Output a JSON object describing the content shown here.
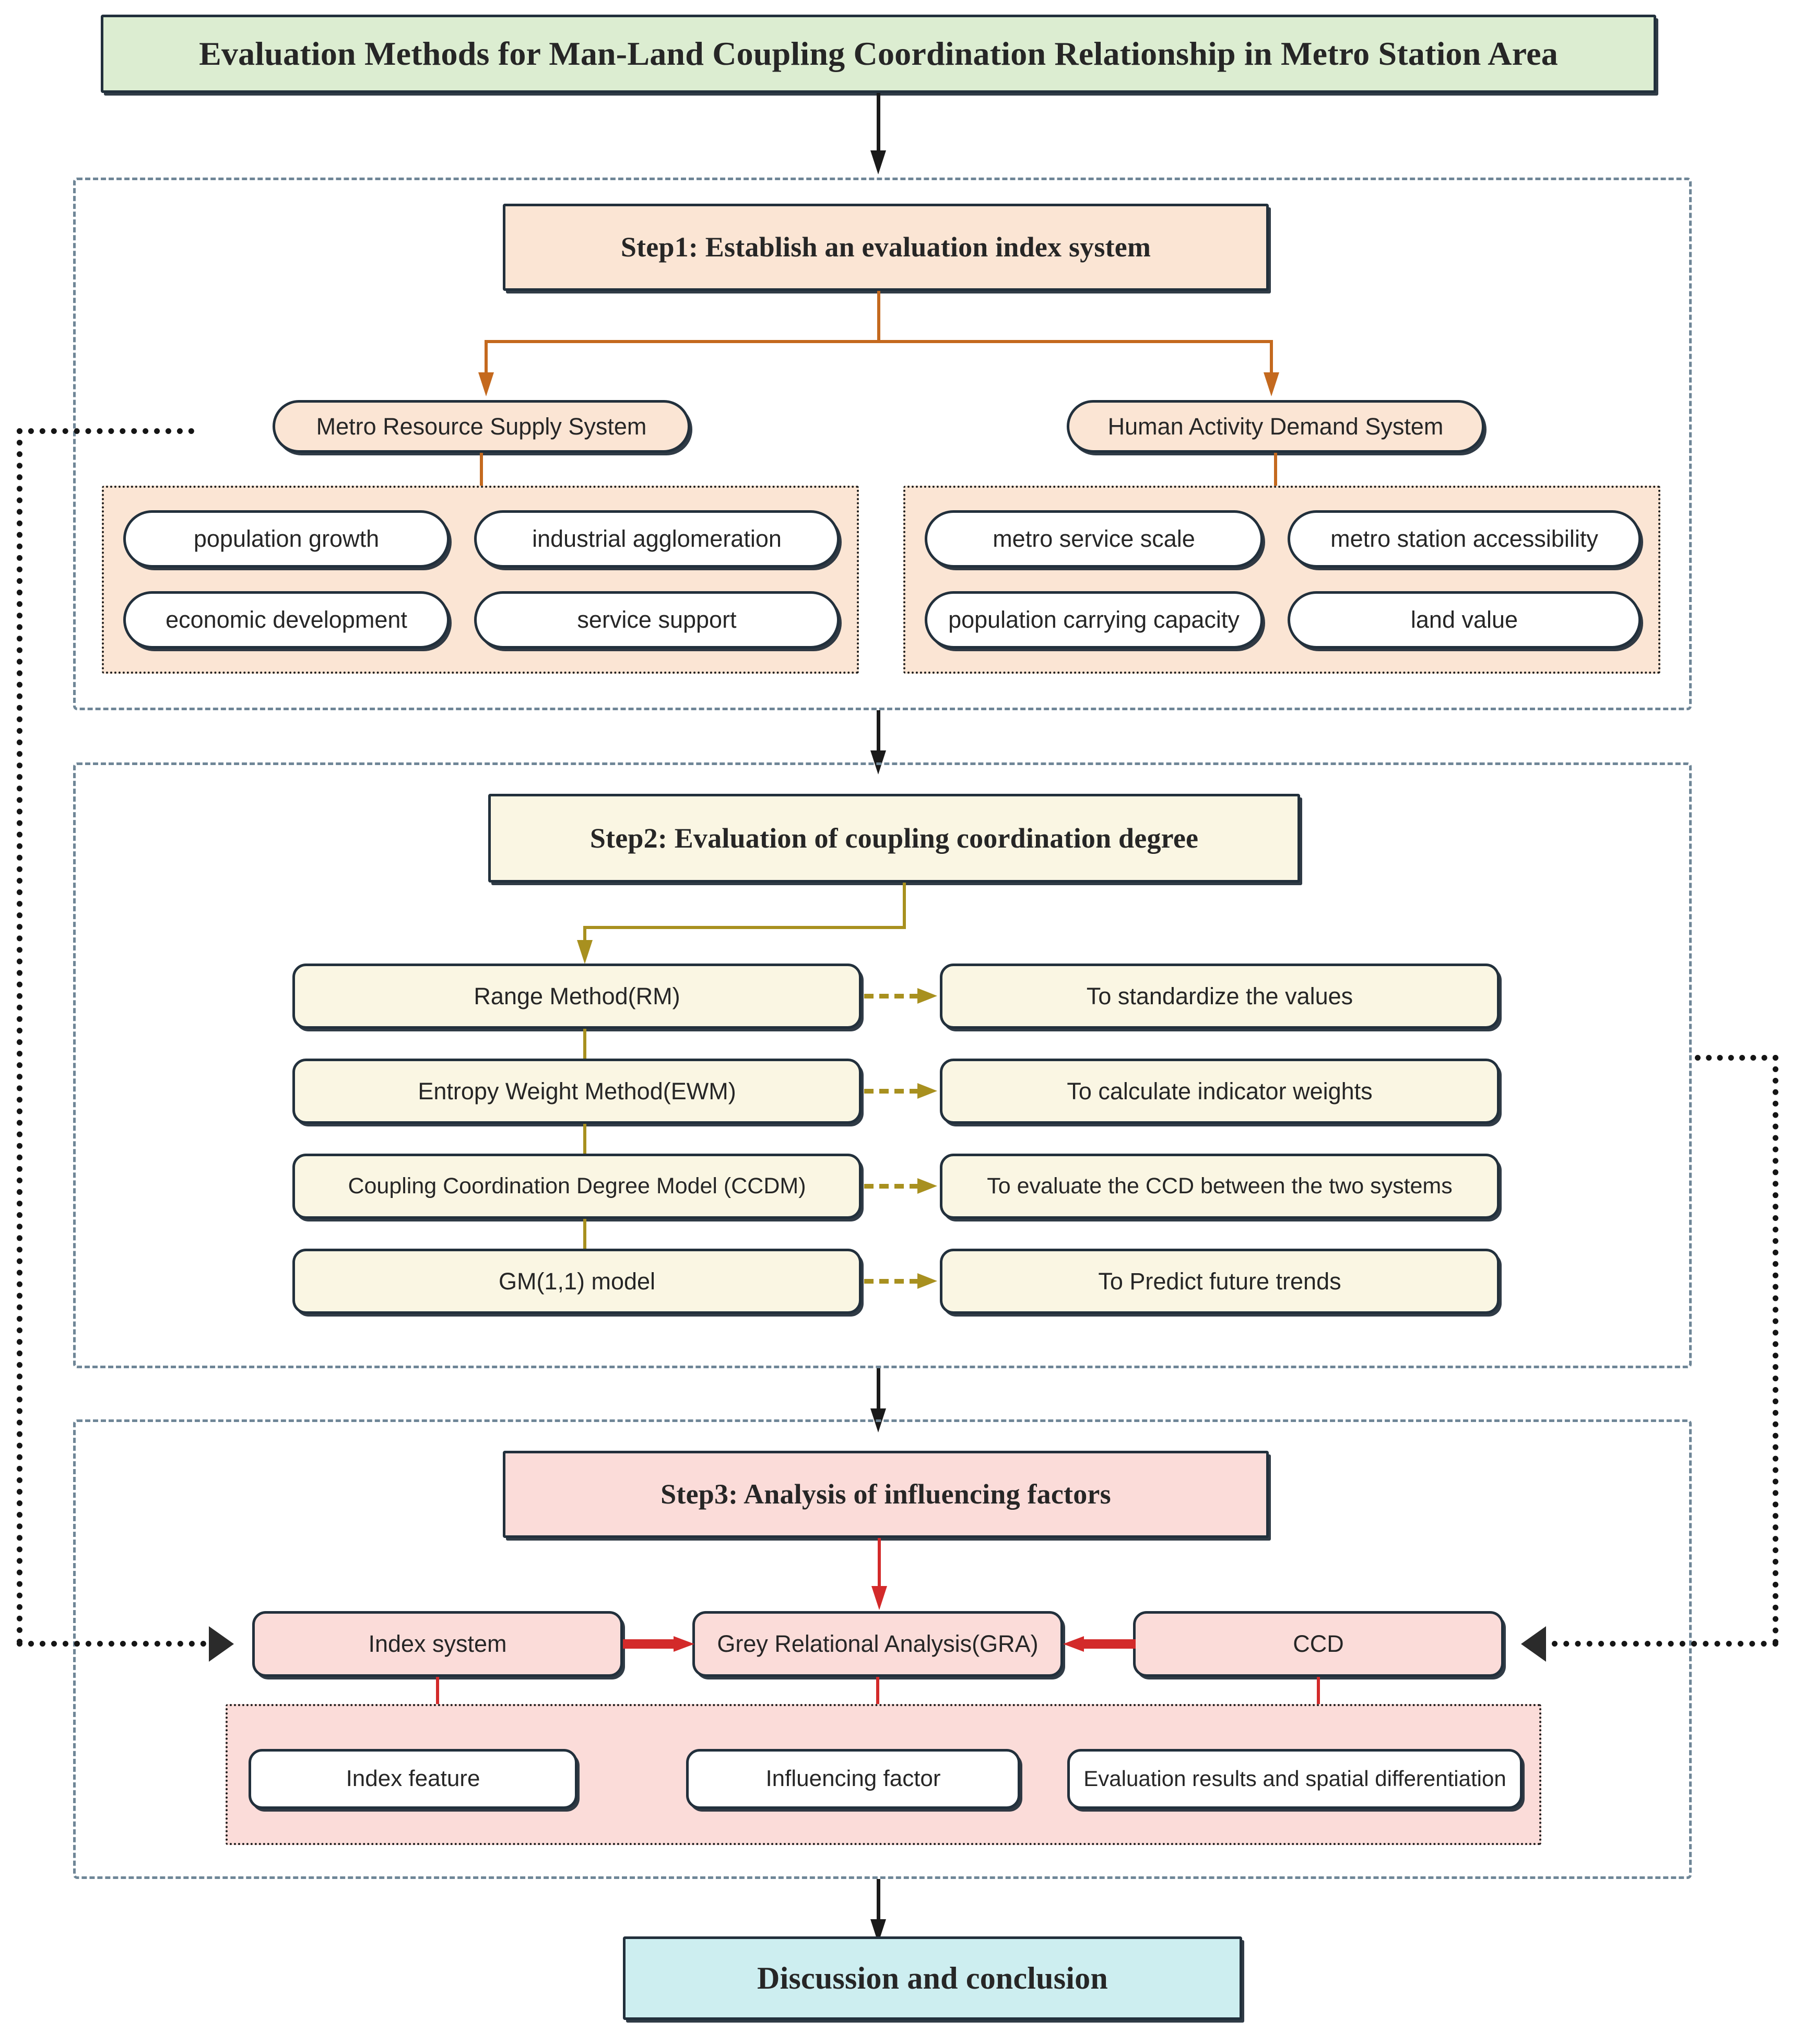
{
  "title": {
    "text": "Evaluation Methods for Man-Land Coupling Coordination Relationship in Metro Station Area",
    "color": "#dcedd1"
  },
  "step1": {
    "header": "Step1: Establish an evaluation index system",
    "color": "#fbe5d4",
    "accent": "#c4691e",
    "systems": [
      {
        "label": "Metro Resource Supply System",
        "indicators": [
          "population growth",
          "industrial agglomeration",
          "economic development",
          "service support"
        ]
      },
      {
        "label": "Human Activity Demand System",
        "indicators": [
          "metro service scale",
          "metro station accessibility",
          "population carrying capacity",
          "land value"
        ]
      }
    ]
  },
  "step2": {
    "header": "Step2: Evaluation of coupling coordination degree",
    "color": "#faf6e3",
    "accent": "#a8901f",
    "rows": [
      {
        "method": "Range Method(RM)",
        "purpose": "To standardize the values"
      },
      {
        "method": "Entropy Weight Method(EWM)",
        "purpose": "To calculate indicator weights"
      },
      {
        "method": "Coupling Coordination Degree Model (CCDM)",
        "purpose": "To evaluate the CCD between the two systems"
      },
      {
        "method": "GM(1,1) model",
        "purpose": "To Predict future trends"
      }
    ]
  },
  "step3": {
    "header": "Step3: Analysis of influencing factors",
    "color": "#fbdcd9",
    "accent": "#d32a2a",
    "inputs": [
      {
        "label": "Index system"
      },
      {
        "label": "Grey Relational Analysis(GRA)"
      },
      {
        "label": "CCD"
      }
    ],
    "outputs": [
      "Index feature",
      "Influencing factor",
      "Evaluation results and spatial differentiation"
    ]
  },
  "conclusion": {
    "text": "Discussion and conclusion",
    "color": "#cdeef0"
  }
}
